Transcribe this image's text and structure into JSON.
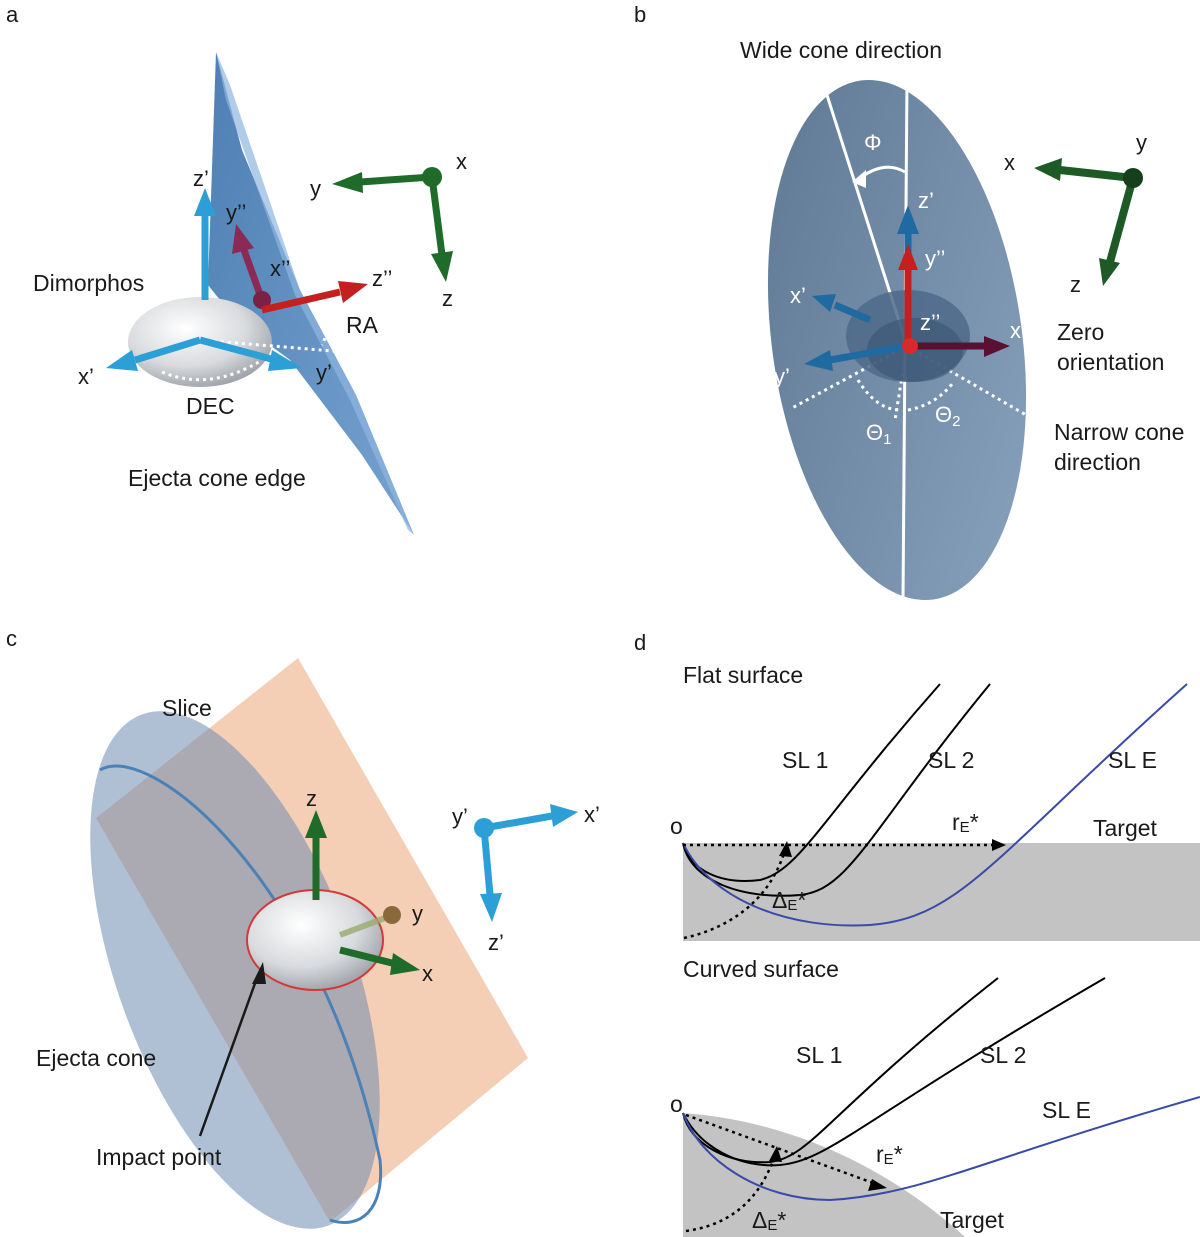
{
  "panels": {
    "a": {
      "letter": "a",
      "dimorphos": "Dimorphos",
      "ra": "RA",
      "dec": "DEC",
      "cone_edge": "Ejecta cone edge",
      "axes": {
        "z1": "z’",
        "y2": "y’’",
        "x2": "x’’",
        "z2": "z’’",
        "x1": "x’",
        "y1": "y’",
        "x": "x",
        "y": "y",
        "z": "z"
      }
    },
    "b": {
      "letter": "b",
      "wide": "Wide cone direction",
      "phi": "Φ",
      "zero1": "Zero",
      "zero2": "orientation",
      "narrow1": "Narrow cone",
      "narrow2": "direction",
      "theta": "Θ",
      "theta1_sub": "1",
      "theta2_sub": "2",
      "axes": {
        "z1": "z’",
        "y2": "y’’",
        "x1": "x’",
        "y1": "y’",
        "z2": "z’’",
        "x2": "x’’",
        "x": "x",
        "y": "y",
        "z": "z"
      }
    },
    "c": {
      "letter": "c",
      "slice": "Slice",
      "ejecta_cone": "Ejecta cone",
      "impact": "Impact point",
      "axes": {
        "z": "z",
        "y": "y",
        "x": "x",
        "y1": "y’",
        "x1": "x’",
        "z1": "z’"
      }
    },
    "d": {
      "letter": "d",
      "flat": {
        "title": "Flat surface",
        "o": "o",
        "sl1": "SL 1",
        "sl2": "SL 2",
        "sle": "SL E",
        "target": "Target",
        "r": "r",
        "r_sub": "E",
        "r_star": "*",
        "delta": "Δ",
        "delta_sub": "E",
        "delta_star": "*"
      },
      "curved": {
        "title": "Curved surface",
        "o": "o",
        "sl1": "SL 1",
        "sl2": "SL 2",
        "sle": "SL E",
        "target": "Target",
        "r": "r",
        "r_sub": "E",
        "r_star": "*",
        "delta": "Δ",
        "delta_sub": "E",
        "delta_star": "*"
      }
    }
  },
  "colors": {
    "blue_axis": "#2b9fd6",
    "red_axis": "#c42020",
    "maroon_axis": "#8a2a55",
    "green_axis": "#1e6b2a",
    "cone_blue": "#4a82b8",
    "cone_grey": "#6f8aa8",
    "slice_peach": "#f2c6a8",
    "target_grey": "#c3c3c3",
    "streamline_black": "#000000",
    "streamline_blue": "#3a4aa8"
  }
}
